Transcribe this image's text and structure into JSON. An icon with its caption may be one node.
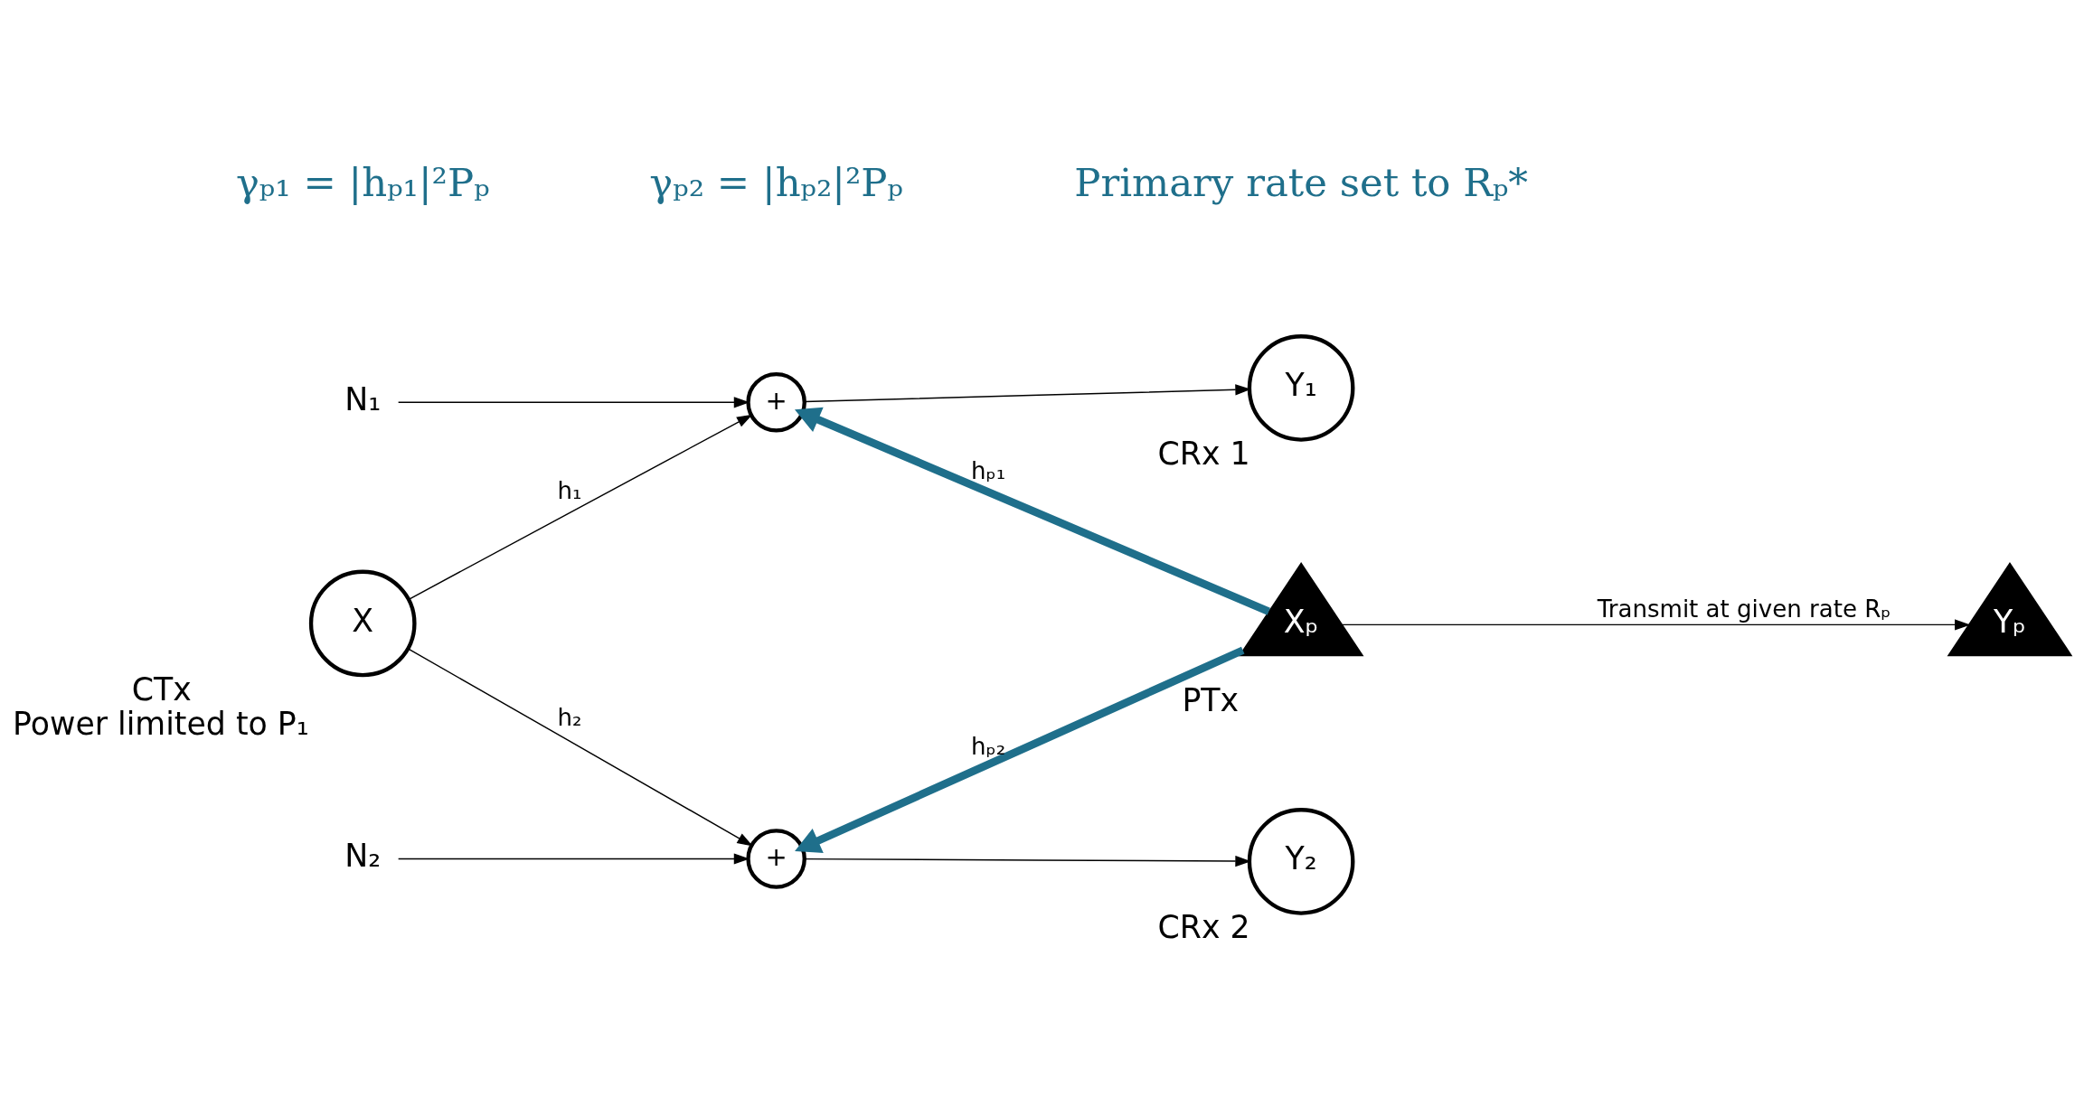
{
  "diagram": {
    "nodes": [
      {
        "text": [
          "X"
        ],
        "beside": [
          "CTx",
          "Power limited to P₁"
        ]
      },
      {
        "text": [
          "+"
        ]
      },
      {
        "text": [
          "N₁"
        ]
      },
      {
        "text": [
          "Y₁"
        ],
        "beside": [
          "CRx 1"
        ]
      },
      {
        "text": [
          "+"
        ]
      },
      {
        "text": [
          "N₂"
        ]
      },
      {
        "text": [
          "Y₂"
        ],
        "beside": [
          "CRx 2"
        ]
      },
      {
        "text": [
          "Yₚ"
        ]
      },
      {
        "text": [
          "Xₚ"
        ],
        "beside": [
          "PTx"
        ]
      }
    ],
    "edges": [
      {
        "from": 0,
        "to": 1,
        "arrow": "to",
        "label": "h₁"
      },
      {
        "from": 0,
        "to": 4,
        "arrow": "to",
        "label": "h₂"
      },
      {
        "from": 2,
        "to": 1,
        "arrow": "to"
      },
      {
        "from": 1,
        "to": 3,
        "arrow": "to"
      },
      {
        "from": 5,
        "to": 4,
        "arrow": "to"
      },
      {
        "from": 4,
        "to": 6,
        "arrow": "to"
      },
      {
        "from": 8,
        "to": 1,
        "arrow": "to",
        "label": "hₚ₁",
        "style": "thick",
        "color": "#1f6f8b"
      },
      {
        "from": 8,
        "to": 4,
        "arrow": "to",
        "label": "hₚ₂",
        "style": "thick",
        "color": "#1f6f8b"
      },
      {
        "from": 8,
        "to": 7,
        "arrow": "to",
        "label": "Transmit at given rate Rₚ"
      }
    ],
    "labels": [
      "γₚ₁ = |hₚ₁|²Pₚ",
      "γₚ₂ = |hₚ₂|²Pₚ",
      "Primary rate set to Rₚ*"
    ]
  }
}
